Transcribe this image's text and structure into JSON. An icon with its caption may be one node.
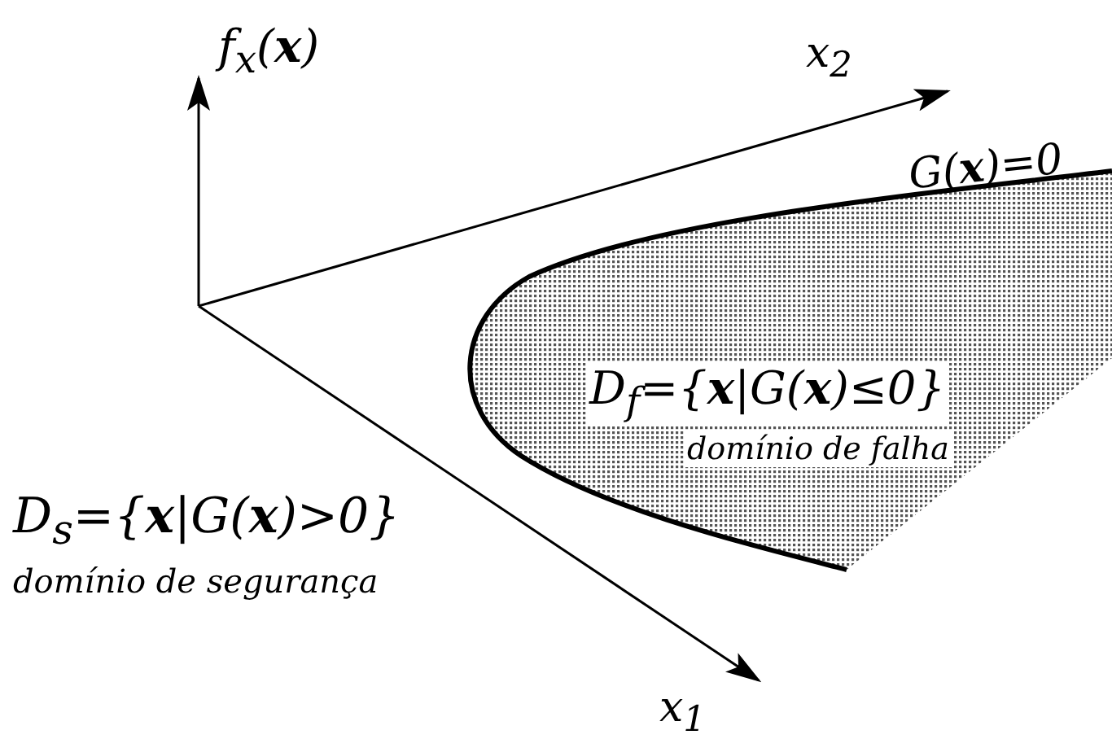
{
  "diagram": {
    "nodes": [
      {
        "text": [
          "D$_{f}$={**x**|G(**x**)≤0}",
          "domínio de falha"
        ]
      }
    ],
    "edges": [],
    "labels": [
      "f$_{x}$(**x**)",
      "x$_{2}$",
      "G(**x**)=0",
      "D$_{s}$={**x**|G(**x**)>0}",
      "domínio de segurança",
      "x$_{1}$"
    ]
  }
}
